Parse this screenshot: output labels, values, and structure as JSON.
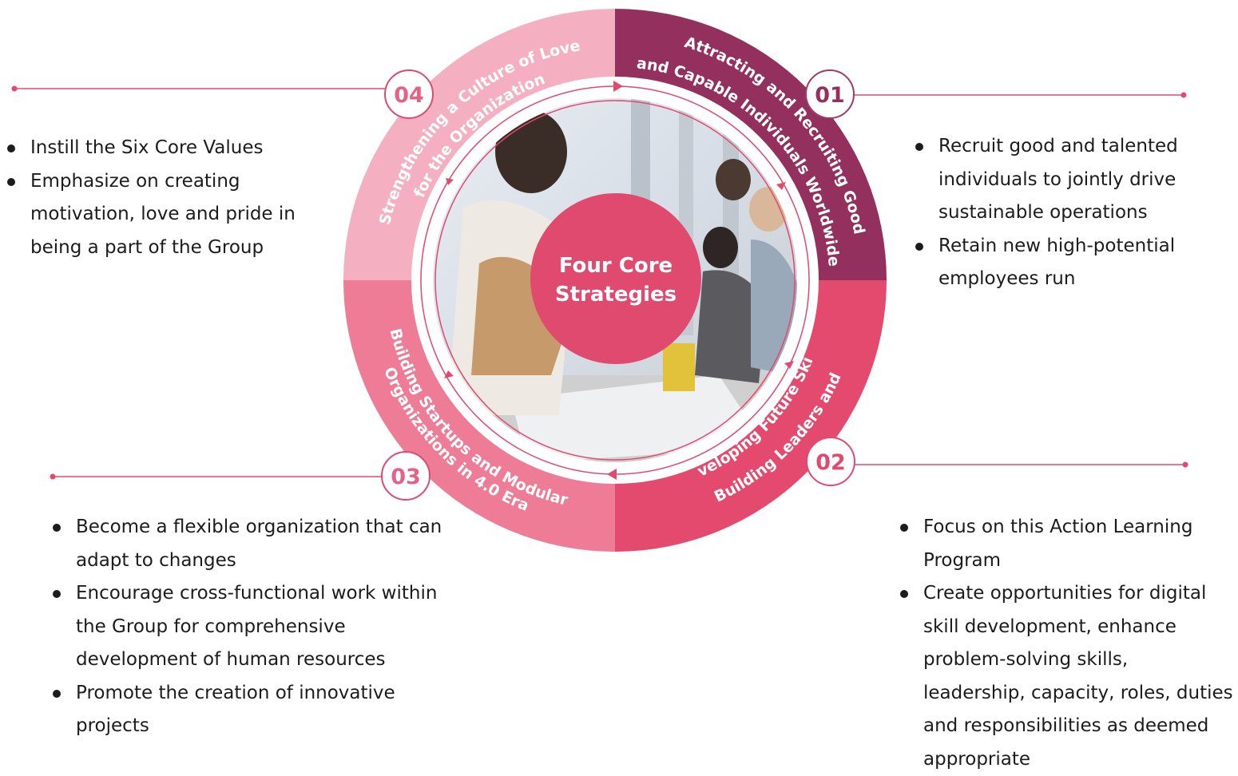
{
  "center": {
    "line1": "Four Core",
    "line2": "Strategies"
  },
  "colors": {
    "q01": "#94305e",
    "q02": "#e4496e",
    "q03": "#ee7c97",
    "q04": "#f4b0c0",
    "accent": "#e04a6f"
  },
  "strategies": [
    {
      "number": "01",
      "title_line1": "Attracting and Recruiting Good",
      "title_line2": "and Capable Individuals Worldwide",
      "bullets": [
        "Recruit good and talented individuals to jointly drive sustainable operations",
        "Retain new high-potential employees run"
      ]
    },
    {
      "number": "02",
      "title_line1": "Building Leaders and",
      "title_line2": "Developing Future Skills",
      "bullets": [
        "Focus on this Action Learning Program",
        "Create opportunities for digital skill development, enhance problem-solving skills, leadership, capacity, roles, duties and responsibilities as deemed appropriate"
      ]
    },
    {
      "number": "03",
      "title_line1": "Building Startups and Modular",
      "title_line2": "Organizations in 4.0 Era",
      "bullets": [
        "Become a flexible organization that can adapt to changes",
        "Encourage cross-functional work within the Group for comprehensive development of human resources",
        "Promote the creation of innovative projects"
      ]
    },
    {
      "number": "04",
      "title_line1": "Strengthening a Culture of Love",
      "title_line2": "for the Organization",
      "bullets": [
        "Instill the Six Core Values",
        "Emphasize on creating motivation, love and pride in being a part of the Group"
      ]
    }
  ]
}
